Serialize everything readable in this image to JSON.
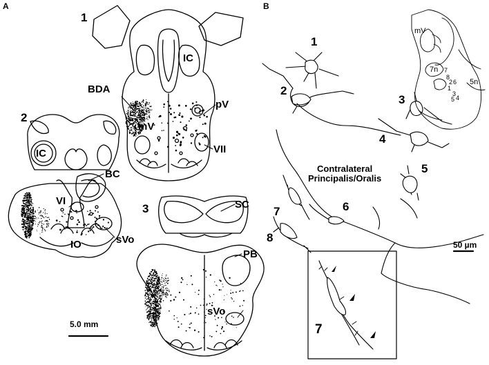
{
  "panels": {
    "a": "A",
    "b": "B"
  },
  "sections": {
    "s1": "1",
    "s2": "2",
    "s3": "3"
  },
  "structures": {
    "ic1": "IC",
    "bda": "BDA",
    "mv": "mV",
    "pv": "pV",
    "vii": "VII",
    "ic2": "IC",
    "bc": "BC",
    "vi": "VI",
    "io": "IO",
    "svo2": "sVo",
    "sc": "SC",
    "pb": "PB",
    "svo3": "sVo"
  },
  "scale_a": "5.0 mm",
  "cells": [
    "1",
    "2",
    "3",
    "4",
    "5",
    "6",
    "7",
    "8"
  ],
  "cell5_note": "Contralateral\nPrincipalis/Oralis",
  "scale_b": "50 µm",
  "inset_label": "7",
  "map": {
    "mv": "mV",
    "n7": "7n",
    "n5": "5n",
    "marks": [
      "7",
      "8",
      "2",
      "6",
      "1",
      "3",
      "5",
      "4"
    ]
  },
  "colors": {
    "ink": "#000000",
    "background": "#ffffff"
  }
}
